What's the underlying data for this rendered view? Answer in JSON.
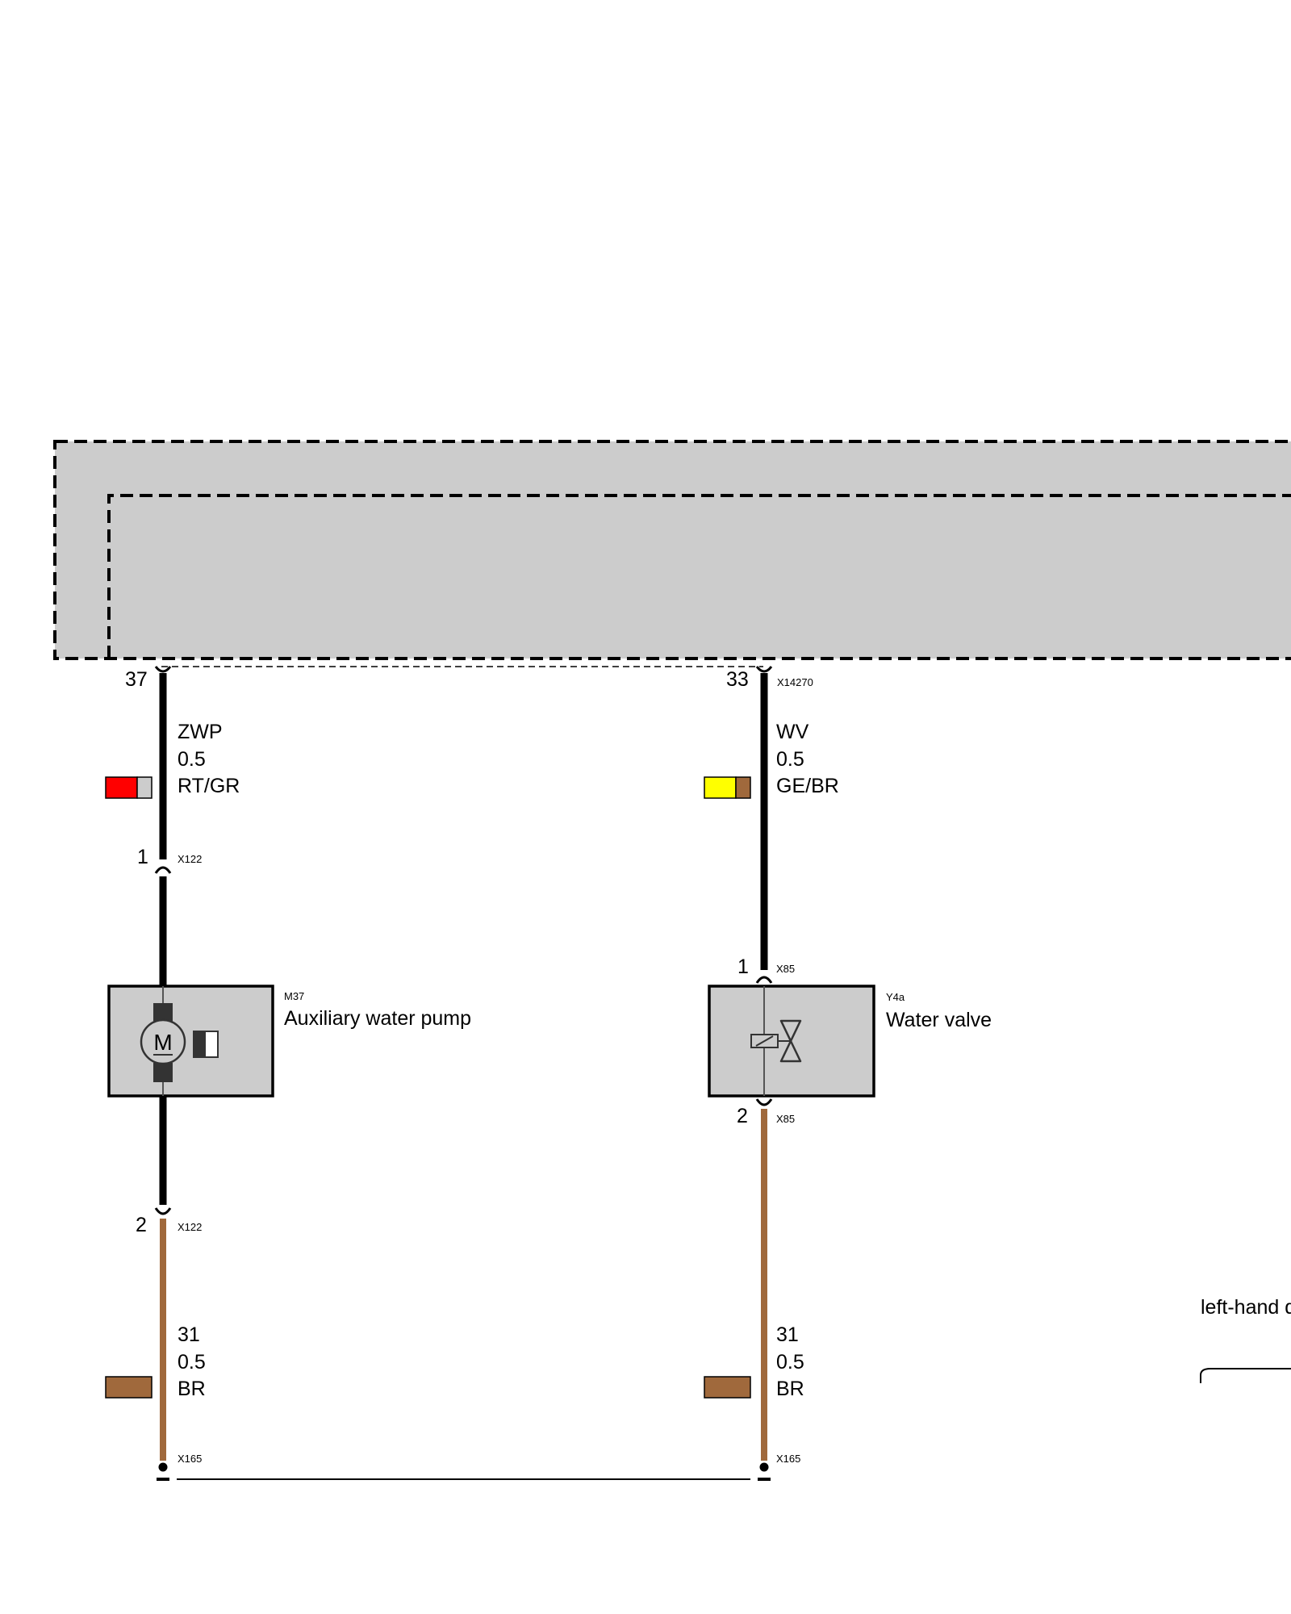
{
  "colors": {
    "module_fill": "#cccccc",
    "wire_black": "#000000",
    "wire_brown": "#a0693c",
    "red": "#ff0000",
    "grey": "#cccccc",
    "yellow": "#ffff00",
    "brown": "#a0693c"
  },
  "module": {
    "pin_left": "37",
    "pin_right": "33",
    "connector": "X14270"
  },
  "wire_zwp": {
    "signal": "ZWP",
    "gauge": "0.5",
    "color_code": "RT/GR"
  },
  "wire_wv": {
    "signal": "WV",
    "gauge": "0.5",
    "color_code": "GE/BR"
  },
  "pump": {
    "ref": "M37",
    "name": "Auxiliary water pump",
    "pin_top": "1",
    "pin_top_connector": "X122",
    "pin_bottom": "2",
    "pin_bottom_connector": "X122",
    "motor_letter": "M"
  },
  "valve": {
    "ref": "Y4a",
    "name": "Water valve",
    "pin_top": "1",
    "pin_top_connector": "X85",
    "pin_bottom": "2",
    "pin_bottom_connector": "X85"
  },
  "ground_left": {
    "signal": "31",
    "gauge": "0.5",
    "color_code": "BR",
    "connector": "X165"
  },
  "ground_right": {
    "signal": "31",
    "gauge": "0.5",
    "color_code": "BR",
    "connector": "X165"
  },
  "side_note": "left-hand d"
}
